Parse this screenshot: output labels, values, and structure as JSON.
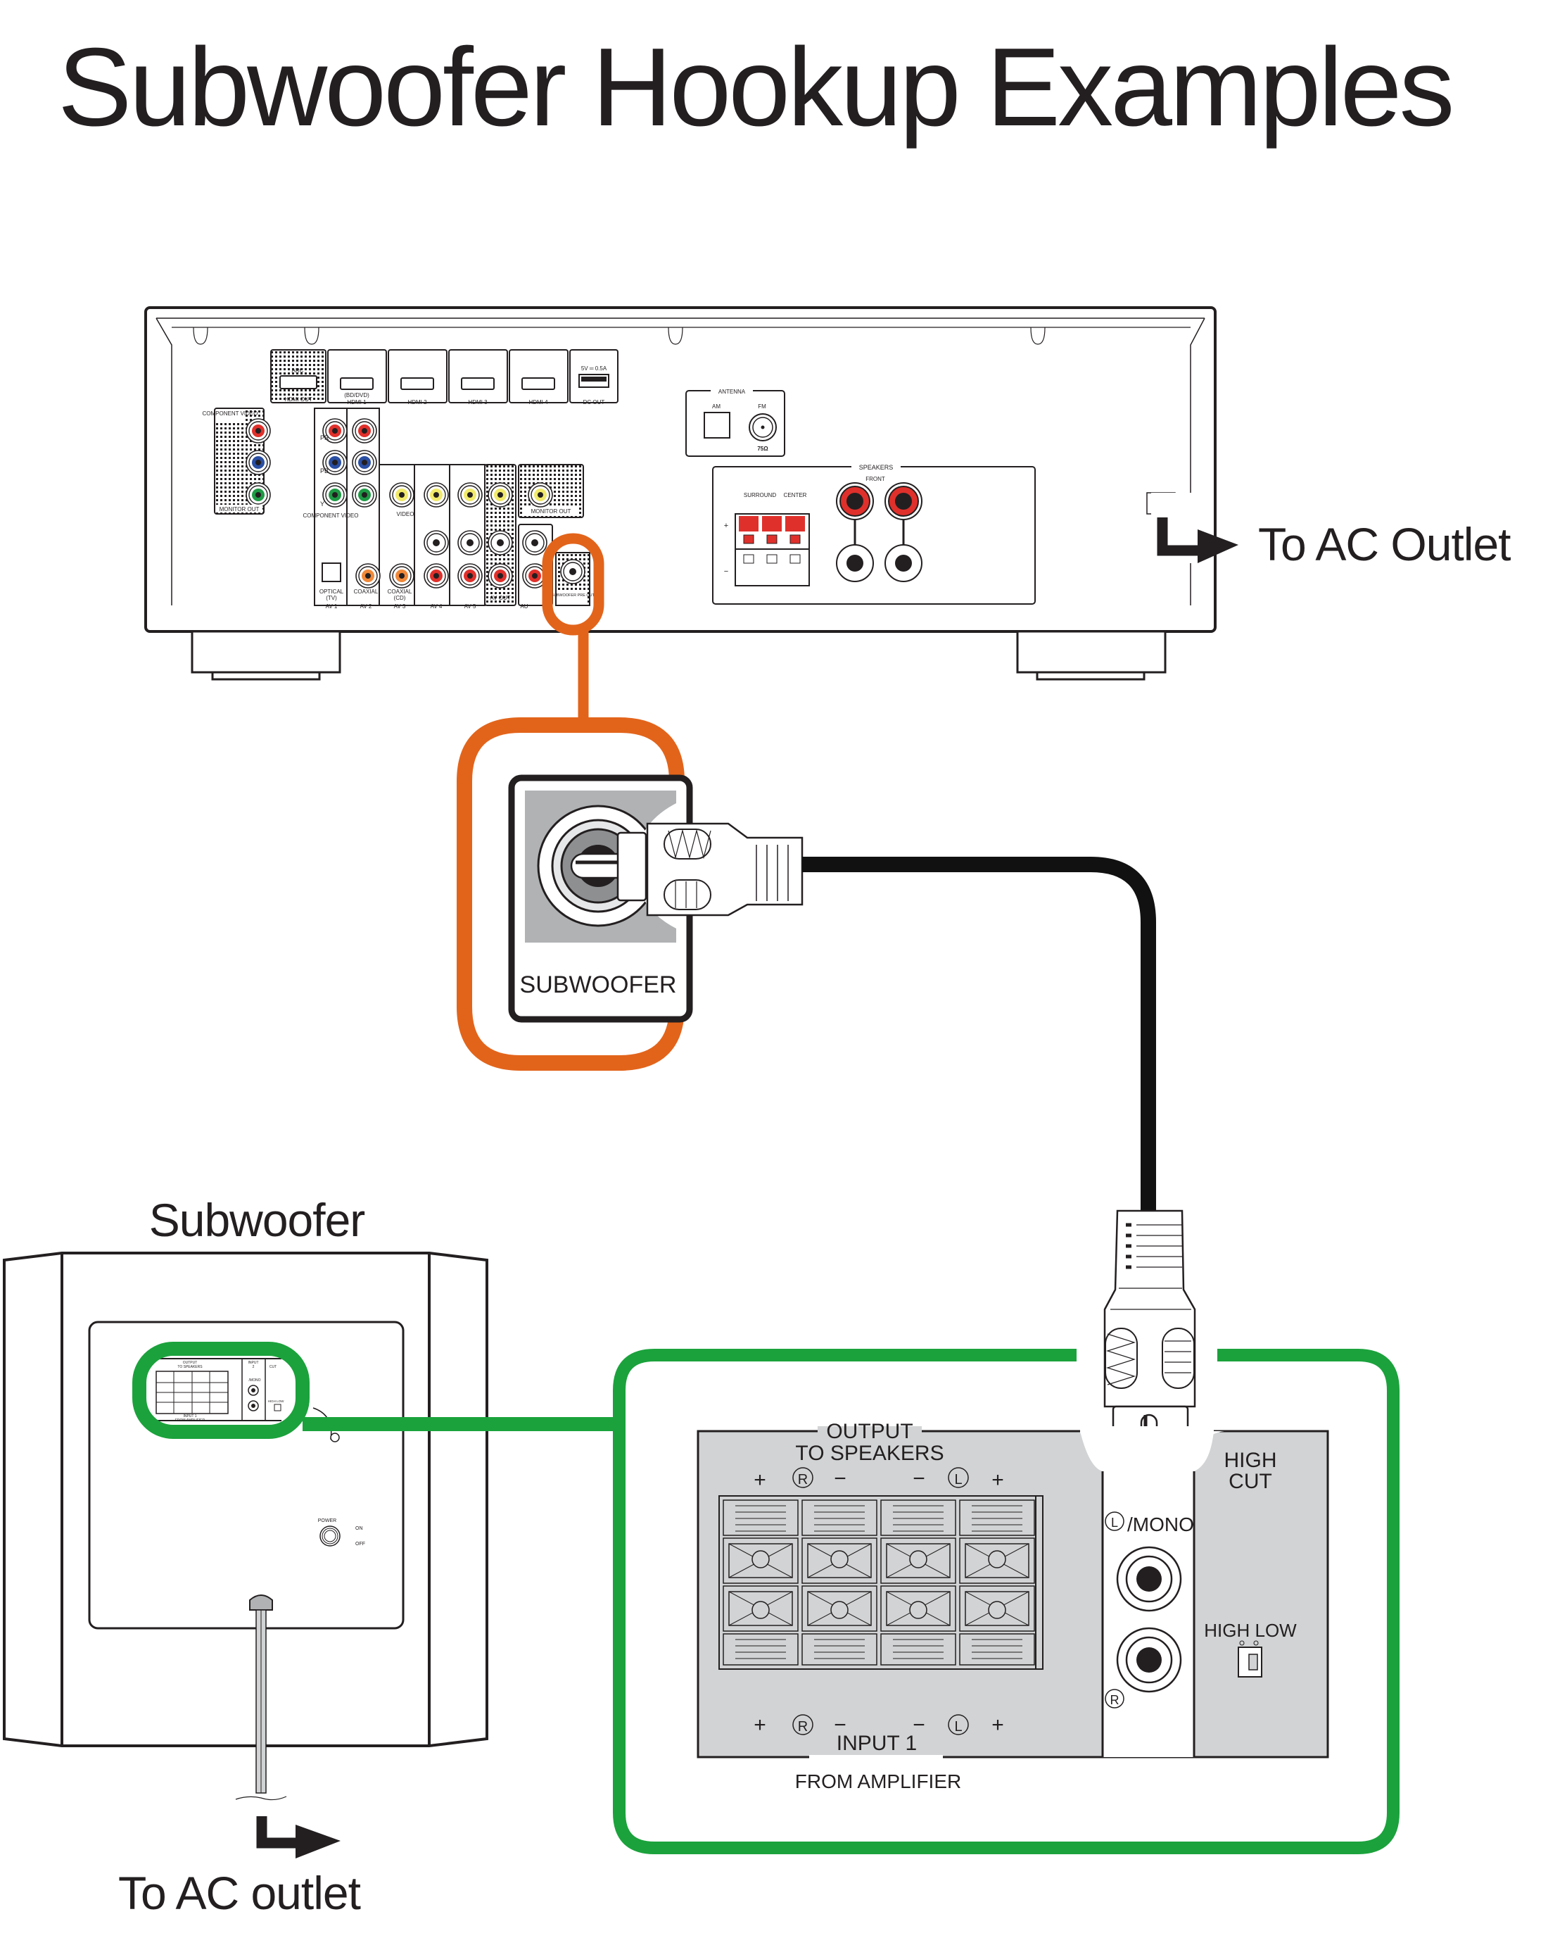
{
  "title": "Subwoofer Hookup Examples",
  "colors": {
    "receiver_highlight": "#e2641b",
    "subwoofer_highlight": "#1ba23c",
    "cable": "#111111",
    "panel_gray": "#d1d3d4",
    "jack_red": "#e0302b",
    "jack_blue": "#2a4fa3",
    "jack_green": "#1f9a45",
    "jack_yellow": "#f1ea6a",
    "jack_orange": "#f0893a"
  },
  "receiver": {
    "hdmi": {
      "out_label": "HDMI OUT",
      "arc_label": "ARC",
      "inputs": [
        "HDMI 1",
        "HDMI 2",
        "HDMI 3",
        "HDMI 4"
      ],
      "hdmi1_sub": "(BD/DVD)",
      "dc_out_label": "DC OUT",
      "dc_out_rating": "5V ═ 0.5A"
    },
    "component_monitor_out": {
      "title": "COMPONENT VIDEO",
      "footer": "MONITOR OUT",
      "jacks": [
        "PR",
        "PB",
        "Y"
      ]
    },
    "component_in": {
      "footer": "COMPONENT VIDEO",
      "jacks": [
        "PR",
        "PB",
        "Y"
      ]
    },
    "video_label": "VIDEO",
    "monitor_out_label": "MONITOR OUT",
    "audio_inputs": [
      {
        "group": "AV 1",
        "type": "OPTICAL",
        "sub": "(TV)"
      },
      {
        "group": "AV 2",
        "type": "COAXIAL",
        "sub": ""
      },
      {
        "group": "AV 3",
        "type": "COAXIAL",
        "sub": "(CD)"
      },
      {
        "group": "AV 4",
        "type": "",
        "sub": ""
      },
      {
        "group": "AV 5",
        "type": "",
        "sub": ""
      }
    ],
    "av_out_label": "AV OUT",
    "audio_label_partial": "AU",
    "subwoofer_pre_out_label": "SUBWOOFER PRE OUT",
    "channel_left": "L",
    "channel_right": "R",
    "antenna": {
      "title": "ANTENNA",
      "am_label": "AM",
      "fm_label": "FM",
      "impedance": "75Ω"
    },
    "speakers": {
      "title": "SPEAKERS",
      "surround_label": "SURROUND",
      "center_label": "CENTER",
      "front_label": "FRONT",
      "plus": "+",
      "minus": "−"
    }
  },
  "receiver_ac_label": "To AC Outlet",
  "zoom_callout": {
    "jack_label": "SUBWOOFER"
  },
  "subwoofer": {
    "heading": "Subwoofer",
    "ac_label": "To AC outlet",
    "power_label": "POWER",
    "power_on": "ON",
    "power_off": "OFF",
    "small_panel": {
      "output_label": "OUTPUT",
      "to_speakers": "TO SPEAKERS",
      "input2_label": "INPUT",
      "input2_num": "2",
      "input1_label": "INPUT 1",
      "from_amp": "FROM AMPLIFIER",
      "mono": "/MONO",
      "high_cut": "CUT",
      "high_low": "HIGH LOW"
    }
  },
  "detail_panel": {
    "output_label": "OUTPUT",
    "to_speakers": "TO SPEAKERS",
    "input1_label": "INPUT 1",
    "from_amplifier": "FROM AMPLIFIER",
    "mono_label": "/MONO",
    "high_cut_line1": "HIGH",
    "high_cut_line2": "CUT",
    "high_low_label": "HIGH LOW",
    "plus": "+",
    "minus": "−",
    "channel_left": "L",
    "channel_right": "R"
  }
}
